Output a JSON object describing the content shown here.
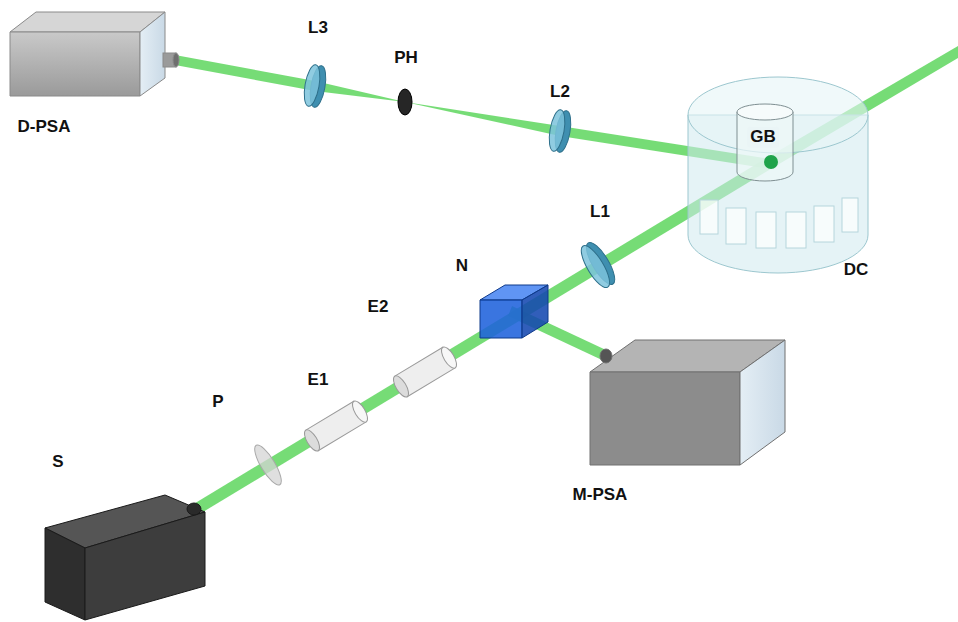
{
  "diagram": {
    "labels": [
      "L3",
      "PH",
      "D-PSA",
      "L2",
      "GB",
      "L1",
      "N",
      "DC",
      "E2",
      "E1",
      "P",
      "M-PSA",
      "S"
    ]
  }
}
